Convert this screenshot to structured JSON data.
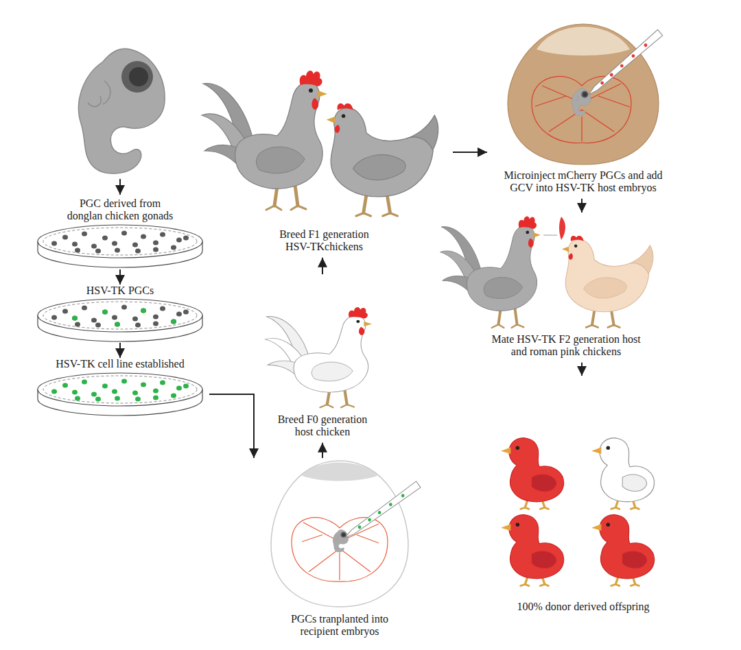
{
  "diagram": {
    "nodes": [
      {
        "text": [
          "PGC derived from donglan chicken gonads"
        ]
      },
      {
        "text": [
          "HSV-TK PGCs"
        ]
      },
      {
        "text": [
          "HSV-TK cell line established"
        ]
      },
      {
        "text": [
          "PGCs tranplanted into recipient embryos"
        ]
      },
      {
        "text": [
          "Breed F0 generation host chicken"
        ]
      },
      {
        "text": [
          "Breed F1 generation HSV-TKchickens"
        ]
      },
      {
        "text": [
          "Microinject mCherry PGCs and add GCV into HSV-TK host embryos"
        ]
      },
      {
        "text": [
          "Mate HSV-TK F2 generation host and roman pink chickens"
        ]
      },
      {
        "text": [
          "100% donor derived offspring"
        ]
      }
    ],
    "edges": [
      {
        "from": 0,
        "to": 1,
        "arrow": "to"
      },
      {
        "from": 1,
        "to": 2,
        "arrow": "to"
      },
      {
        "from": 2,
        "to": 3,
        "arrow": "to"
      },
      {
        "from": 3,
        "to": 4,
        "arrow": "to"
      },
      {
        "from": 4,
        "to": 5,
        "arrow": "to"
      },
      {
        "from": 5,
        "to": 6,
        "arrow": "to"
      },
      {
        "from": 6,
        "to": 7,
        "arrow": "to"
      },
      {
        "from": 7,
        "to": 8,
        "arrow": "to"
      }
    ]
  }
}
